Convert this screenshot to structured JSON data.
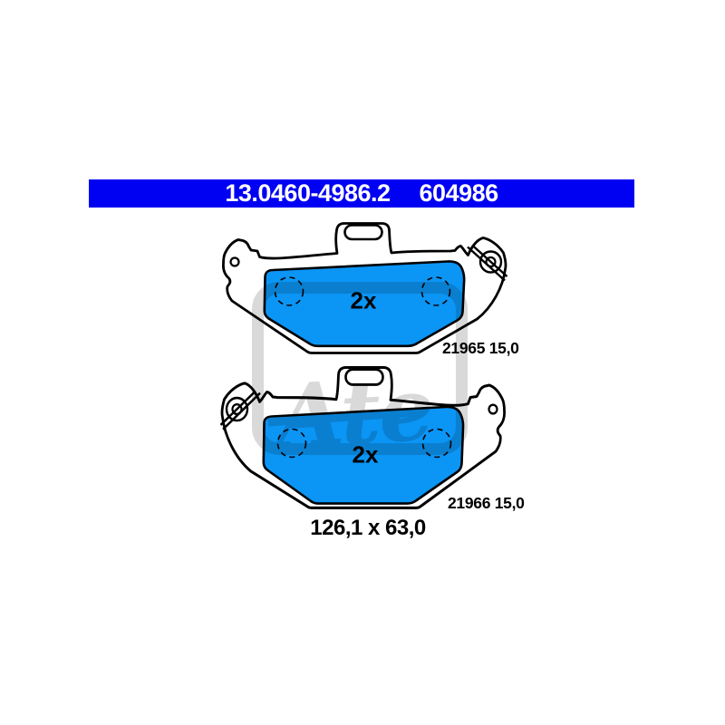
{
  "header": {
    "part_number": "13.0460-4986.2",
    "article_number": "604986"
  },
  "diagram": {
    "pads": [
      {
        "quantity_label": "2x",
        "part_label": "21965 15,0"
      },
      {
        "quantity_label": "2x",
        "part_label": "21966 15,0"
      }
    ],
    "size_label": "126,1 x 63,0",
    "watermark_text": "Ate"
  },
  "colors": {
    "header_bg": "#0000f2",
    "header_text": "#ffffff",
    "pad_fill": "#0b95f5",
    "outline": "#000000",
    "plate_fill": "#ffffff",
    "watermark": "#d9d9d9",
    "background": "#ffffff"
  }
}
